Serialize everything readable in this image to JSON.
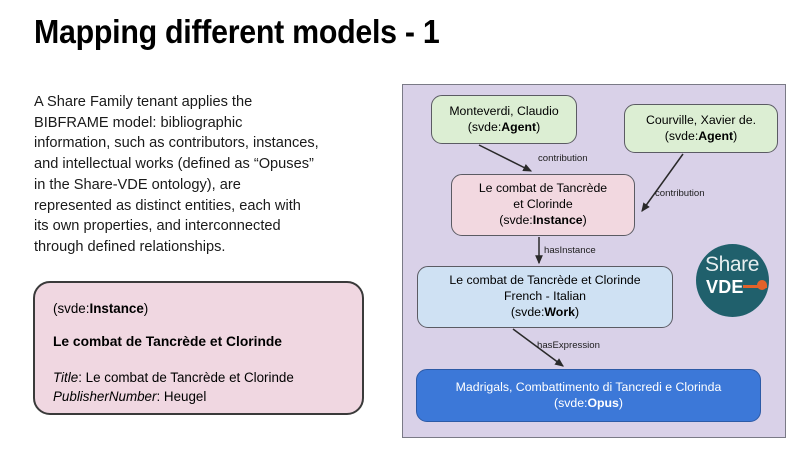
{
  "slide": {
    "title": "Mapping different models - 1",
    "body_text": "A Share Family tenant applies the BIBFRAME model: bibliographic information, such as contributors, instances, and intellectual works (defined as “Opuses” in the Share-VDE ontology), are represented as distinct entities, each with its own properties, and interconnected through defined relationships."
  },
  "instance_card": {
    "type_prefix": "(svde:",
    "type_name": "Instance",
    "type_suffix": ")",
    "title": "Le combat de Tancrède et Clorinde",
    "properties": [
      {
        "key": "Title",
        "separator": ": ",
        "value": "Le combat de Tancrède et Clorinde"
      },
      {
        "key": "PublisherNumber",
        "separator": ": ",
        "value": "Heugel"
      }
    ]
  },
  "diagram": {
    "nodes": [
      {
        "id": "agent1",
        "label": "Monteverdi, Claudio",
        "type_prefix": "(svde:",
        "type_name": "Agent",
        "type_suffix": ")",
        "color": "#dceed3"
      },
      {
        "id": "agent2",
        "label": "Courville, Xavier de.",
        "type_prefix": "(svde:",
        "type_name": "Agent",
        "type_suffix": ")",
        "color": "#dceed3"
      },
      {
        "id": "instance",
        "label": "Le combat de Tancrède",
        "label2": "et Clorinde",
        "type_prefix": "(svde:",
        "type_name": "Instance",
        "type_suffix": ")",
        "color": "#f2d8e0"
      },
      {
        "id": "work",
        "label": "Le combat de Tancrède et Clorinde",
        "label2": "French - Italian",
        "type_prefix": "(svde:",
        "type_name": "Work",
        "type_suffix": ")",
        "color": "#cfe1f3"
      },
      {
        "id": "opus",
        "label": "Madrigals, Combattimento di Tancredi e Clorinda",
        "type_prefix": "(svde:",
        "type_name": "Opus",
        "type_suffix": ")",
        "color": "#3c78d8"
      }
    ],
    "edges": [
      {
        "id": "contribution-1",
        "label": "contribution",
        "from": "agent1",
        "to": "instance"
      },
      {
        "id": "contribution-2",
        "label": "contribution",
        "from": "agent2",
        "to": "instance"
      },
      {
        "id": "hasinstance",
        "label": "hasInstance",
        "from": "instance",
        "to": "work"
      },
      {
        "id": "hasexpression",
        "label": "hasExpression",
        "from": "work",
        "to": "opus"
      }
    ],
    "panel_color": "#d9d1e8"
  },
  "logo": {
    "share_text": "Share",
    "vde_text": "VDE",
    "circle_color": "#20606c",
    "accent_color": "#e2622a"
  }
}
